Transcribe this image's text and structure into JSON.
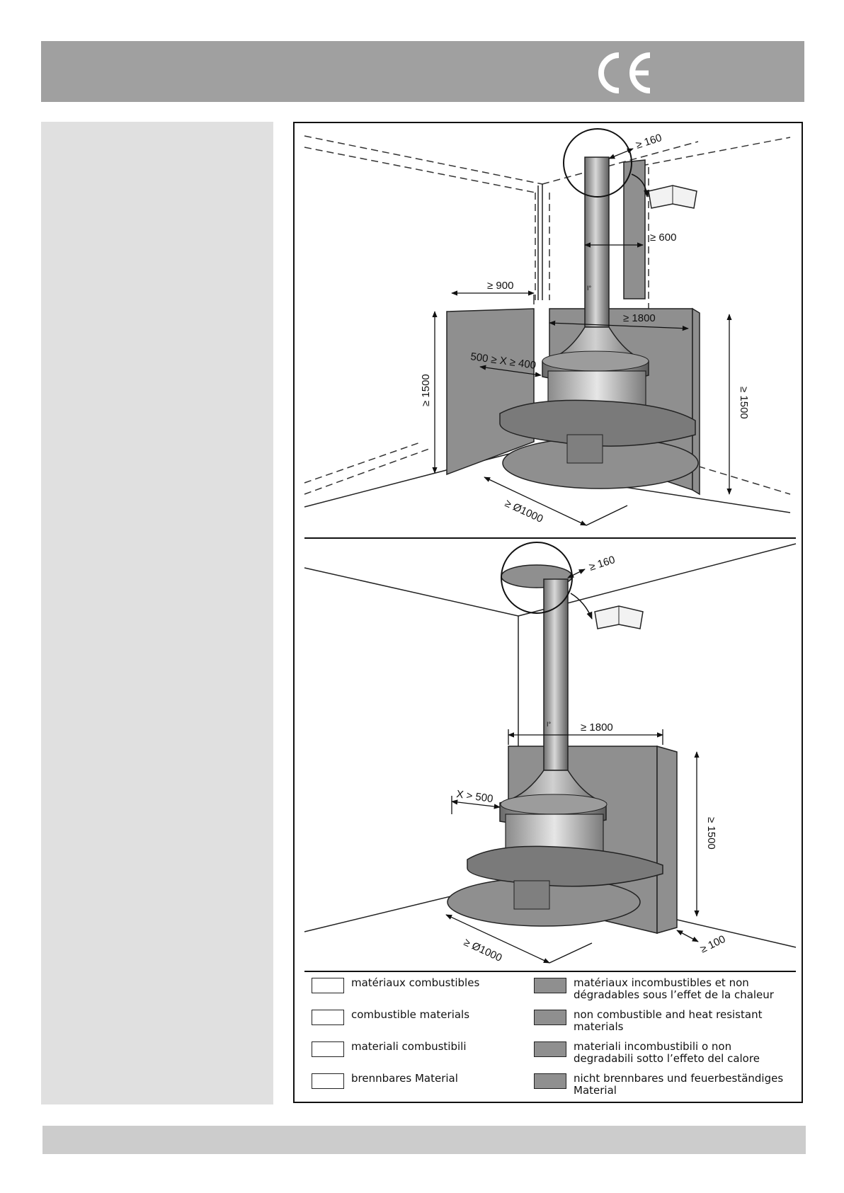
{
  "colors": {
    "header": "#a0a0a0",
    "side_panel": "#e0e0e0",
    "footer": "#cccccc",
    "protected_surface": "#8f8f8f"
  },
  "top_diagram": {
    "dims": {
      "flue_gap": "≥ 160",
      "wall_gap": "≥ 600",
      "side_width": "≥ 900",
      "back_width": "≥ 1800",
      "hood_distance": "500 ≥ X ≥ 400",
      "left_height": "≥ 1500",
      "right_height": "≥ 1500",
      "floor_diameter": "≥ Ø1000"
    }
  },
  "bottom_diagram": {
    "dims": {
      "flue_gap": "≥ 160",
      "back_width": "≥ 1800",
      "hood_distance": "X > 500",
      "height": "≥ 1500",
      "floor_diameter": "≥ Ø1000",
      "wall_offset": "≥ 100"
    }
  },
  "legend": {
    "combustible": [
      "matériaux combustibles",
      "combustible materials",
      "materiali combustibili",
      "brennbares Material"
    ],
    "non_combustible": [
      "matériaux incombustibles et non\ndégradables sous l’effet de la chaleur",
      "non combustible and heat resistant\nmaterials",
      "materiali incombustibili o non\ndegradabili sotto l’effeto del calore",
      "nicht brennbares und feuerbeständiges\nMaterial"
    ]
  }
}
